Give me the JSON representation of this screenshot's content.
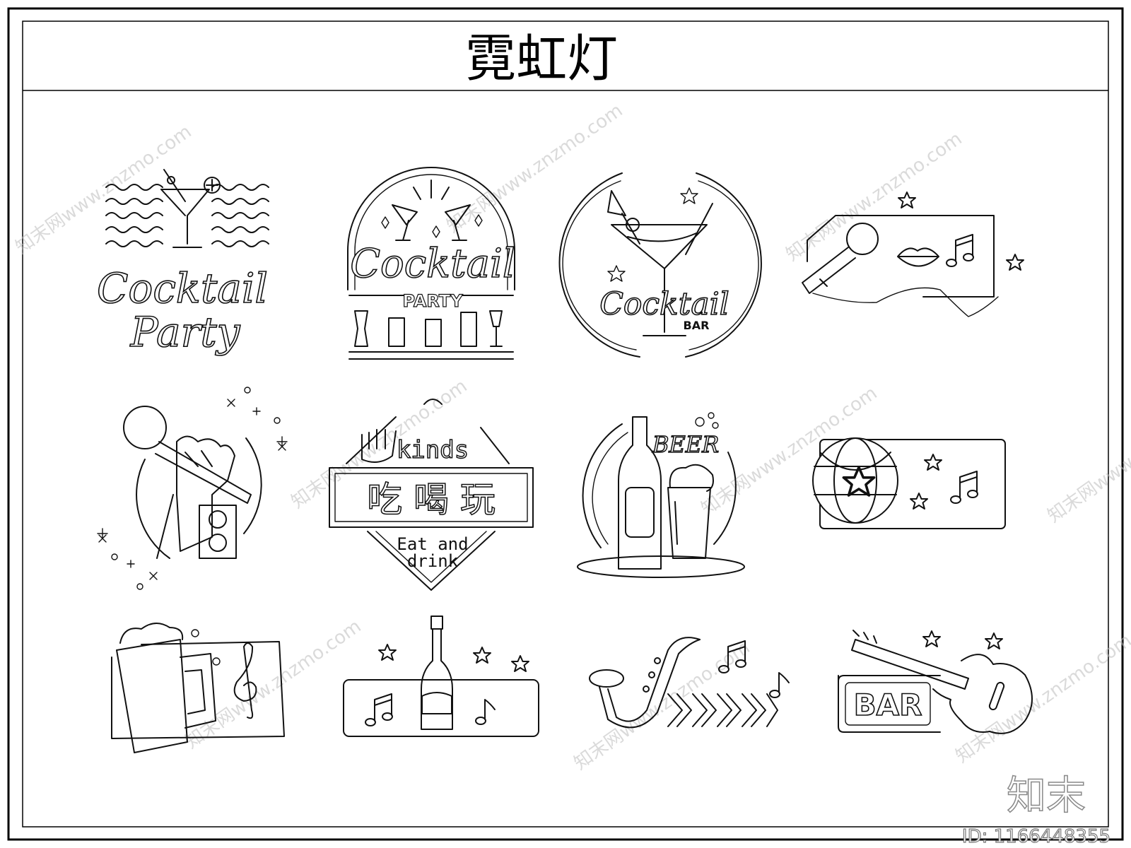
{
  "sheet": {
    "title": "霓虹灯"
  },
  "signs": {
    "cocktail_party_waves": {
      "line1": "Cocktail",
      "line2": "Party"
    },
    "cocktail_party_arch": {
      "script": "Cocktail",
      "sub": "PARTY"
    },
    "cocktail_bar_circle": {
      "script": "Cocktail",
      "sub": "BAR"
    },
    "microphone_lips": {},
    "fist_microphone": {},
    "eat_drink_play": {
      "top": "kinds",
      "middle": "吃 喝 玩",
      "bottom_line1": "Eat and",
      "bottom_line2": "drink"
    },
    "beer_bottle": {
      "label": "BEER"
    },
    "disco_ball": {},
    "beer_mug_clef": {},
    "wine_bottle_notes": {},
    "saxophone_arrows": {},
    "guitar_bar": {
      "label": "BAR"
    }
  },
  "watermark": {
    "site": "知末网www.znzmo.com",
    "brand": "知末",
    "id": "ID: 1166448355"
  },
  "icons": [
    "cocktail-glass-icon",
    "microphone-icon",
    "lips-icon",
    "music-note-icon",
    "star-icon",
    "guitar-icon",
    "saxophone-icon",
    "beer-mug-icon",
    "wine-bottle-icon",
    "disco-ball-icon",
    "speaker-icon",
    "treble-clef-icon"
  ]
}
